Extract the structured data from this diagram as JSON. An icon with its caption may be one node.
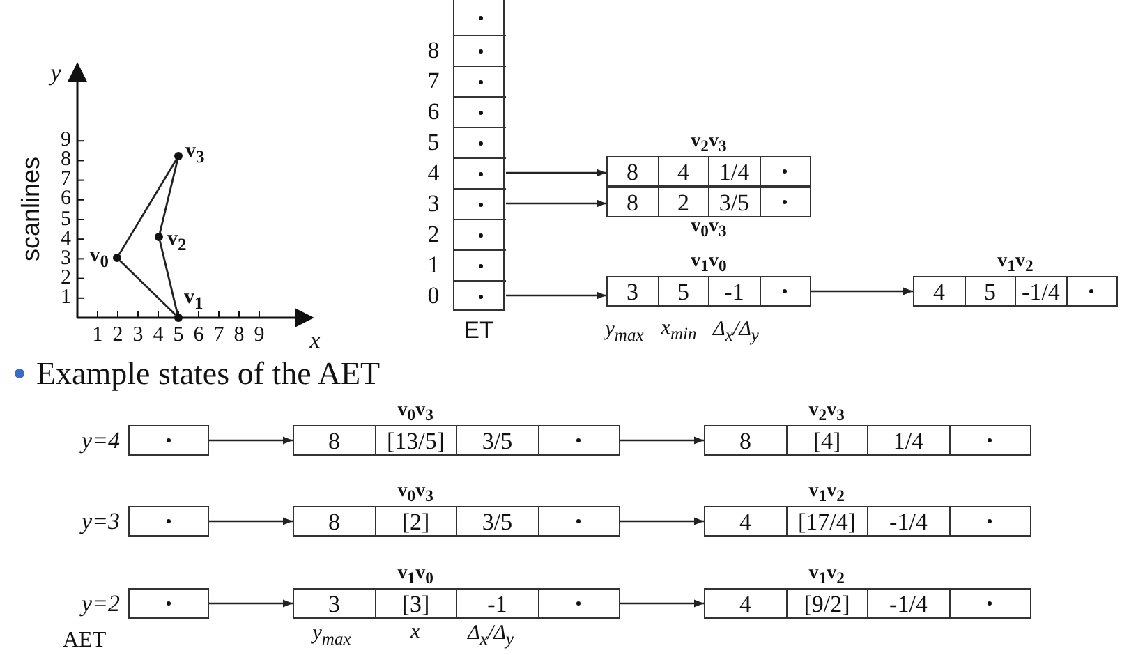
{
  "diagram": {
    "nodes": [
      {
        "text": [],
        "shape": "circle",
        "beside": [
          "v$_{3}$"
        ]
      },
      {
        "text": [],
        "shape": "circle",
        "beside": [
          "v$_{2}$"
        ]
      },
      {
        "text": [],
        "shape": "circle",
        "beside": [
          "v$_{0}$"
        ]
      },
      {
        "text": [],
        "shape": "circle",
        "beside": [
          "v$_{1}$"
        ]
      },
      {
        "text": [
          "ET"
        ]
      },
      {
        "text": [],
        "shape": "box",
        "in": 4
      },
      {
        "text": [],
        "shape": "box",
        "in": 4,
        "beside": [
          "8"
        ]
      },
      {
        "text": [],
        "shape": "box",
        "in": 4,
        "beside": [
          "7"
        ]
      },
      {
        "text": [],
        "shape": "box",
        "in": 4,
        "beside": [
          "6"
        ]
      },
      {
        "text": [],
        "shape": "box",
        "in": 4,
        "beside": [
          "5"
        ]
      },
      {
        "text": [],
        "shape": "box",
        "in": 4,
        "beside": [
          "4"
        ]
      },
      {
        "text": [],
        "shape": "box",
        "in": 4,
        "beside": [
          "3"
        ]
      },
      {
        "text": [],
        "shape": "box",
        "in": 4,
        "beside": [
          "2"
        ]
      },
      {
        "text": [],
        "shape": "box",
        "in": 4,
        "beside": [
          "1"
        ]
      },
      {
        "text": [],
        "shape": "box",
        "in": 4,
        "beside": [
          "0"
        ]
      },
      {
        "text": [
          "8",
          "4",
          "1/4"
        ],
        "beside": [
          "v$_{2}$v$_{3}$"
        ]
      },
      {
        "text": [
          "8",
          "2",
          "3/5"
        ],
        "beside": [
          "v$_{0}$v$_{3}$"
        ]
      },
      {
        "text": [
          "3",
          "5",
          "-1"
        ],
        "beside": [
          "v$_{1}$v$_{0}$"
        ]
      },
      {
        "text": [
          "4",
          "5",
          "-1/4"
        ],
        "beside": [
          "v$_{1}$v$_{2}$"
        ]
      },
      {
        "text": [],
        "shape": "box",
        "beside": [
          "y=4"
        ]
      },
      {
        "text": [
          "8",
          "[13/5]",
          "3/5"
        ],
        "beside": [
          "v$_{0}$v$_{3}$"
        ]
      },
      {
        "text": [
          "8",
          "[4]",
          "1/4"
        ],
        "beside": [
          "v$_{2}$v$_{3}$"
        ]
      },
      {
        "text": [],
        "shape": "box",
        "beside": [
          "y=3"
        ]
      },
      {
        "text": [
          "8",
          "[2]",
          "3/5"
        ],
        "beside": [
          "v$_{0}$v$_{3}$"
        ]
      },
      {
        "text": [
          "4",
          "[17/4]",
          "-1/4"
        ],
        "beside": [
          "v$_{1}$v$_{2}$"
        ]
      },
      {
        "text": [],
        "shape": "box",
        "beside": [
          "y=2"
        ]
      },
      {
        "text": [
          "3",
          "[3]",
          "-1"
        ],
        "beside": [
          "v$_{1}$v$_{0}$"
        ]
      },
      {
        "text": [
          "4",
          "[9/2]",
          "-1/4"
        ],
        "beside": [
          "v$_{1}$v$_{2}$"
        ]
      }
    ],
    "edges": [
      {
        "from": 2,
        "to": 3,
        "arrow": "none"
      },
      {
        "from": 3,
        "to": 1,
        "arrow": "none"
      },
      {
        "from": 1,
        "to": 0,
        "arrow": "none"
      },
      {
        "from": 0,
        "to": 2,
        "arrow": "none"
      },
      {
        "from": 10,
        "to": 15,
        "arrow": "to"
      },
      {
        "from": 11,
        "to": 16,
        "arrow": "to"
      },
      {
        "from": 14,
        "to": 17,
        "arrow": "to"
      },
      {
        "from": 17,
        "to": 18,
        "arrow": "to"
      },
      {
        "from": 19,
        "to": 20,
        "arrow": "to"
      },
      {
        "from": 20,
        "to": 21,
        "arrow": "to"
      },
      {
        "from": 22,
        "to": 23,
        "arrow": "to"
      },
      {
        "from": 23,
        "to": 24,
        "arrow": "to"
      },
      {
        "from": 25,
        "to": 26,
        "arrow": "to"
      },
      {
        "from": 26,
        "to": 27,
        "arrow": "to"
      }
    ],
    "labels": [
      "y",
      "9",
      "8",
      "7",
      "6",
      "5",
      "4",
      "3",
      "2",
      "1",
      "scanlines",
      "1",
      "2",
      "3",
      "4",
      "5",
      "6",
      "7",
      "8",
      "9",
      "x",
      "y$_{max}$",
      "x$_{min}$",
      "Δ$_{x}$/Δ$_{y}$",
      "Example states of the AET",
      "AET",
      "y$_{max}$",
      "x",
      "Δ$_{x}$/Δ$_{y}$"
    ]
  }
}
